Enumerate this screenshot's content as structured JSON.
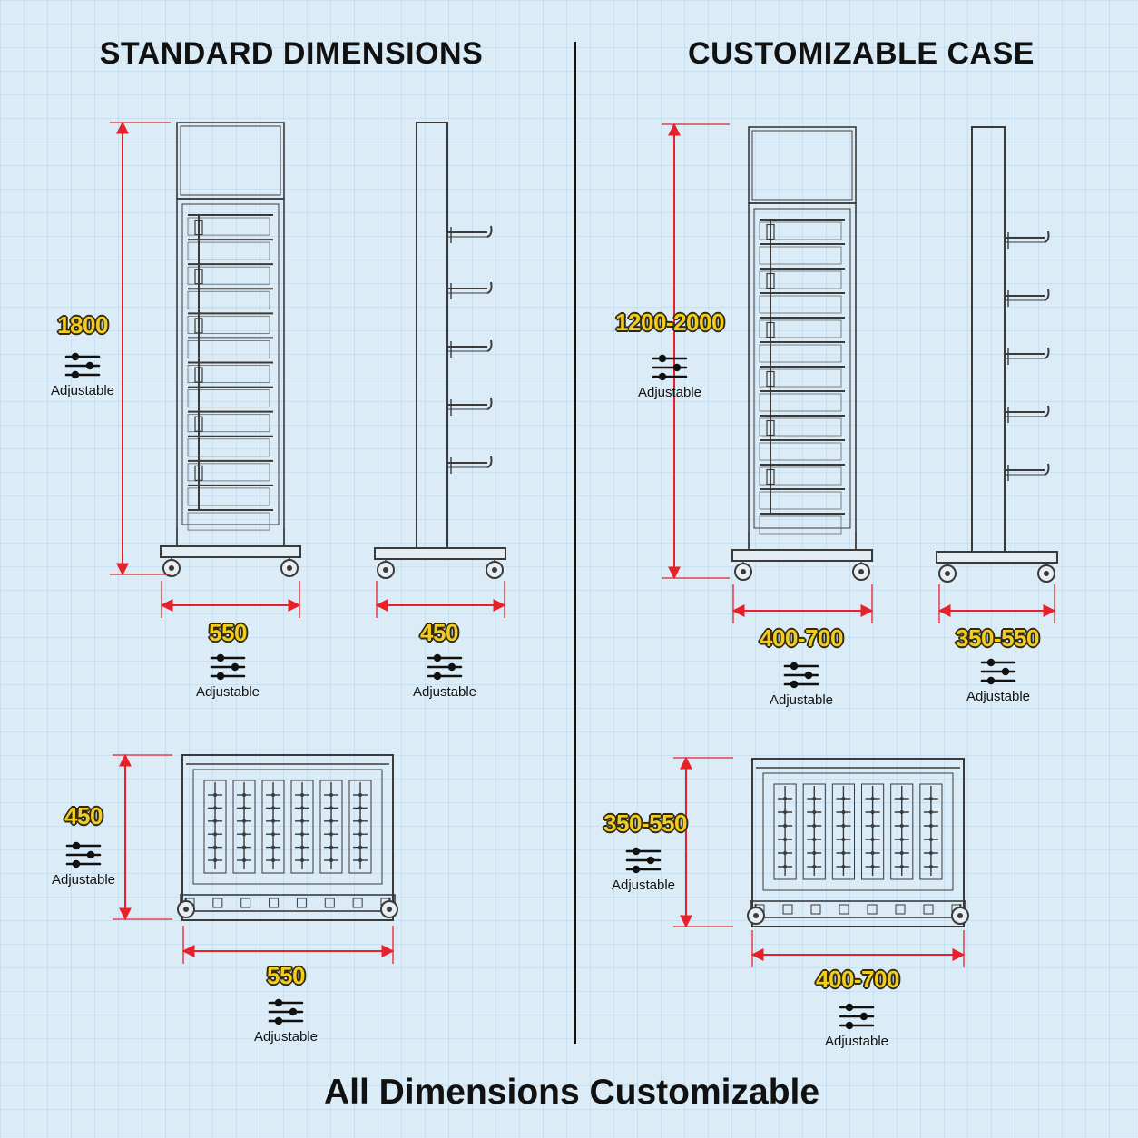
{
  "headings": {
    "left": "STANDARD DIMENSIONS",
    "right": "CUSTOMIZABLE CASE"
  },
  "footer": "All Dimensions Customizable",
  "adjustable_label": "Adjustable",
  "icons": {
    "adjust": "sliders-icon"
  },
  "colors": {
    "dimension_line": "#e8202a",
    "dimension_label": "#f3cc1e",
    "drawing_line": "#3a3a3a",
    "background": "#dcecf7"
  },
  "standard": {
    "height": "1800",
    "front_width": "550",
    "side_depth": "450",
    "top_depth": "450",
    "top_width": "550"
  },
  "custom": {
    "height": "1200-2000",
    "front_width": "400-700",
    "side_depth": "350-550",
    "top_depth": "350-550",
    "top_width": "400-700"
  }
}
